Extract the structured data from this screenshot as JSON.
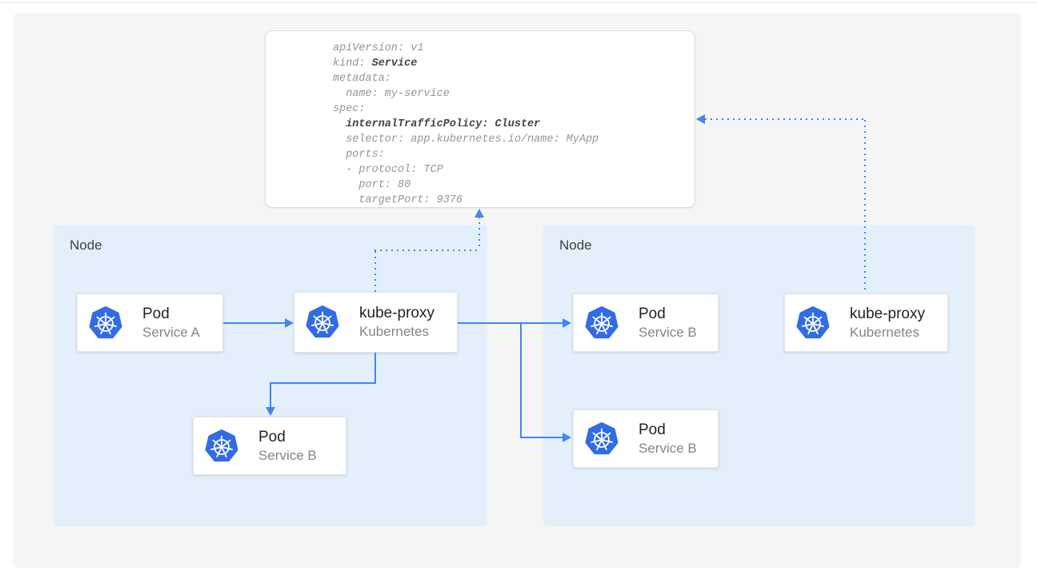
{
  "colors": {
    "accent_blue": "#4285f4",
    "kubernetes_blue": "#326ce5",
    "node_fill": "#e3f0fb",
    "canvas_fill": "#f5f5f6"
  },
  "yaml_card": {
    "lines": [
      {
        "segments": [
          {
            "t": "apiVersion: v1"
          }
        ]
      },
      {
        "segments": [
          {
            "t": "kind: "
          },
          {
            "t": "Service",
            "bold": true
          }
        ]
      },
      {
        "segments": [
          {
            "t": "metadata:"
          }
        ]
      },
      {
        "segments": [
          {
            "t": "  name: my-service"
          }
        ]
      },
      {
        "segments": [
          {
            "t": "spec:"
          }
        ]
      },
      {
        "segments": [
          {
            "t": "  "
          },
          {
            "t": "internalTrafficPolicy: Cluster",
            "bold": true
          }
        ]
      },
      {
        "segments": [
          {
            "t": "  selector: app.kubernetes.io/name: MyApp"
          }
        ]
      },
      {
        "segments": [
          {
            "t": "  ports:"
          }
        ]
      },
      {
        "segments": [
          {
            "t": "  - protocol: TCP"
          }
        ]
      },
      {
        "segments": [
          {
            "t": "    port: 80"
          }
        ]
      },
      {
        "segments": [
          {
            "t": "    targetPort: 9376"
          }
        ]
      }
    ]
  },
  "nodes": [
    {
      "label": "Node",
      "cards": [
        {
          "title": "Pod",
          "subtitle": "Service A",
          "icon": "kubernetes-logo"
        },
        {
          "title": "kube-proxy",
          "subtitle": "Kubernetes",
          "icon": "kubernetes-logo"
        },
        {
          "title": "Pod",
          "subtitle": "Service B",
          "icon": "kubernetes-logo"
        }
      ]
    },
    {
      "label": "Node",
      "cards": [
        {
          "title": "Pod",
          "subtitle": "Service B",
          "icon": "kubernetes-logo"
        },
        {
          "title": "kube-proxy",
          "subtitle": "Kubernetes",
          "icon": "kubernetes-logo"
        },
        {
          "title": "Pod",
          "subtitle": "Service B",
          "icon": "kubernetes-logo"
        }
      ]
    }
  ]
}
